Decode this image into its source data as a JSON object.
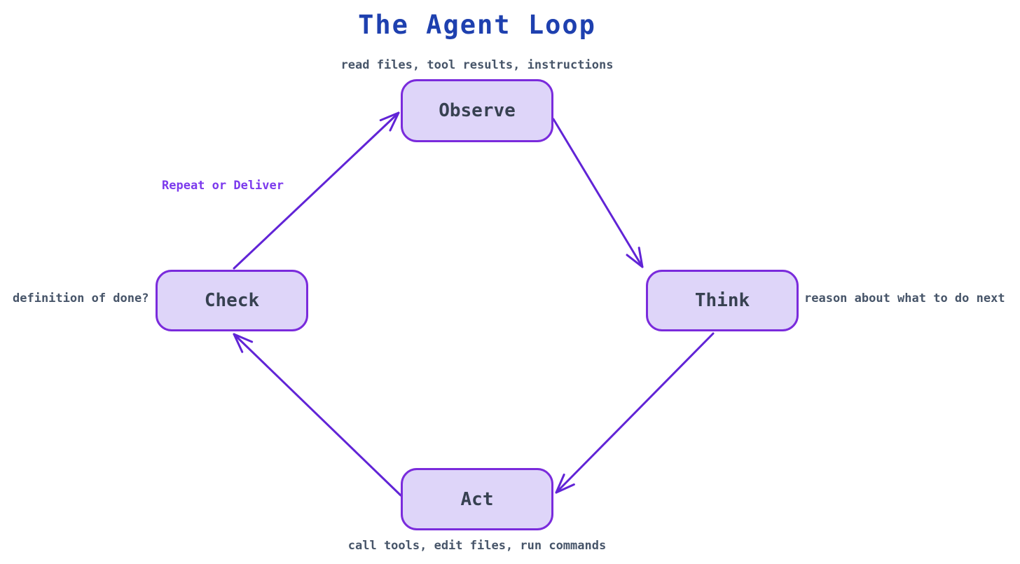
{
  "title": "The Agent Loop",
  "nodes": {
    "observe": {
      "label": "Observe",
      "annotation": "read files, tool results, instructions"
    },
    "think": {
      "label": "Think",
      "annotation": "reason about what to do next"
    },
    "act": {
      "label": "Act",
      "annotation": "call tools, edit files, run commands"
    },
    "check": {
      "label": "Check",
      "annotation": "definition of done?"
    }
  },
  "edges": [
    {
      "from": "Check",
      "to": "Observe",
      "label": "Repeat or Deliver"
    },
    {
      "from": "Observe",
      "to": "Think",
      "label": ""
    },
    {
      "from": "Think",
      "to": "Act",
      "label": ""
    },
    {
      "from": "Act",
      "to": "Check",
      "label": ""
    }
  ],
  "colors": {
    "title_text": "#1e40af",
    "node_fill": "#ded5f9",
    "node_border": "#7a2bdc",
    "node_label": "#374151",
    "annotation_text": "#475569",
    "arrow": "#6124d6",
    "loop_label": "#7c3aed"
  }
}
